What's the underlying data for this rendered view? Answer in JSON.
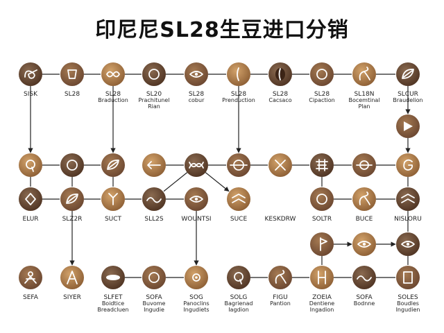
{
  "title": "印尼尼SL28生豆进口分销",
  "colors": {
    "bean_dark": "#6b4a32",
    "bean_mid": "#8a6242",
    "bean_light": "#b08050",
    "bean_amber": "#c08a48",
    "line": "#222222",
    "glyph": "#ffffff"
  },
  "nodes": [
    {
      "id": "r1c1",
      "icon": "loop-icon",
      "label": [
        "SISK"
      ]
    },
    {
      "id": "r1c2",
      "icon": "nut-icon",
      "label": [
        "SL28"
      ]
    },
    {
      "id": "r1c3",
      "icon": "infinity-icon",
      "label": [
        "SL28",
        "Braduction"
      ]
    },
    {
      "id": "r1c4",
      "icon": "ring-icon",
      "label": [
        "SL20",
        "Prachitunel",
        "Rian"
      ]
    },
    {
      "id": "r1c5",
      "icon": "eye-icon",
      "label": [
        "SL28",
        "cobur"
      ]
    },
    {
      "id": "r1c6",
      "icon": "bean-seam-icon",
      "label": [
        "SL28",
        "Prenduction"
      ]
    },
    {
      "id": "r1c7",
      "icon": "bean-icon",
      "label": [
        "SL28",
        "Cacsaco"
      ]
    },
    {
      "id": "r1c8",
      "icon": "ring-icon",
      "label": [
        "SL28",
        "Cipaction"
      ]
    },
    {
      "id": "r1c9",
      "icon": "sprout-icon",
      "label": [
        "SL18N",
        "Bocemtinal",
        "Plan"
      ]
    },
    {
      "id": "r1c10",
      "icon": "leaf-icon",
      "label": [
        "SLCUR",
        "Braudelion"
      ]
    },
    {
      "id": "r2c10",
      "icon": "play-icon",
      "label": []
    },
    {
      "id": "r3c1",
      "icon": "q-icon",
      "label": []
    },
    {
      "id": "r3c2",
      "icon": "ring-icon",
      "label": []
    },
    {
      "id": "r3c3",
      "icon": "leaf-icon",
      "label": []
    },
    {
      "id": "r3c4",
      "icon": "arrow-left-icon",
      "label": []
    },
    {
      "id": "r3c5",
      "icon": "weave-icon",
      "label": []
    },
    {
      "id": "r3c6",
      "icon": "target-icon",
      "label": []
    },
    {
      "id": "r3c7",
      "icon": "x-icon",
      "label": []
    },
    {
      "id": "r3c8",
      "icon": "stack-icon",
      "label": []
    },
    {
      "id": "r3c9",
      "icon": "plus-ring-icon",
      "label": []
    },
    {
      "id": "r3c10",
      "icon": "g-icon",
      "label": []
    },
    {
      "id": "r4c1",
      "icon": "diamond-icon",
      "label": [
        "ELUR"
      ]
    },
    {
      "id": "r4c2",
      "icon": "leaf-icon",
      "label": [
        "SLZ2R"
      ]
    },
    {
      "id": "r4c3",
      "icon": "fork-icon",
      "label": [
        "SUCT"
      ]
    },
    {
      "id": "r4c4",
      "icon": "wave-icon",
      "label": [
        "SLL2S"
      ]
    },
    {
      "id": "r4c5",
      "icon": "eye-icon",
      "label": [
        "WOUNTSI"
      ]
    },
    {
      "id": "r4c6",
      "icon": "chevrons-icon",
      "label": [
        "SUCE"
      ]
    },
    {
      "id": "r4c7",
      "icon": "none",
      "label": [
        "KESKDRW"
      ]
    },
    {
      "id": "r4c8",
      "icon": "ring-icon",
      "label": [
        "SOLTR"
      ]
    },
    {
      "id": "r4c9",
      "icon": "sprout-icon",
      "label": [
        "BUCE"
      ]
    },
    {
      "id": "r4c10",
      "icon": "chevrons-icon",
      "label": [
        "NISLORU"
      ]
    },
    {
      "id": "r5c8",
      "icon": "flag-icon",
      "label": []
    },
    {
      "id": "r5c9",
      "icon": "eye-icon",
      "label": []
    },
    {
      "id": "r5c10",
      "icon": "eye-icon",
      "label": []
    },
    {
      "id": "r6c1",
      "icon": "person-icon",
      "label": [
        "SEFA"
      ]
    },
    {
      "id": "r6c2",
      "icon": "a-icon",
      "label": [
        "SIYER"
      ]
    },
    {
      "id": "r6c3",
      "icon": "pill-icon",
      "label": [
        "SLFET",
        "Boidtice",
        "Breadcluen"
      ]
    },
    {
      "id": "r6c4",
      "icon": "ring-icon",
      "label": [
        "SOFA",
        "Buvome",
        "Ingudie"
      ]
    },
    {
      "id": "r6c5",
      "icon": "dot-icon",
      "label": [
        "SOG",
        "Panoclins",
        "Ingudiets"
      ]
    },
    {
      "id": "r6c6",
      "icon": "q-icon",
      "label": [
        "SOLG",
        "Bagrienad",
        "Iagdion"
      ]
    },
    {
      "id": "r6c7",
      "icon": "sprout-icon",
      "label": [
        "FIGU",
        "Pantion"
      ]
    },
    {
      "id": "r6c8",
      "icon": "h-icon",
      "label": [
        "ZOEIA",
        "Dentiene",
        "Ingadion"
      ]
    },
    {
      "id": "r6c9",
      "icon": "wave-icon",
      "label": [
        "SOFA",
        "Bodnne"
      ]
    },
    {
      "id": "r6c10",
      "icon": "square-icon",
      "label": [
        "SOLES",
        "Boudles",
        "Ingudien"
      ]
    }
  ]
}
